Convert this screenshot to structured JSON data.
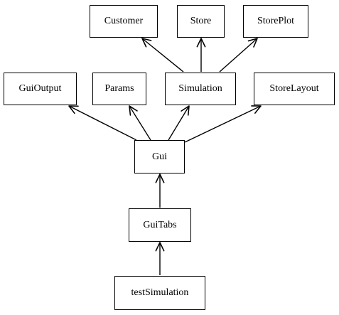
{
  "nodes": {
    "customer": "Customer",
    "store": "Store",
    "storeplot": "StorePlot",
    "guioutput": "GuiOutput",
    "params": "Params",
    "simulation": "Simulation",
    "storelayout": "StoreLayout",
    "gui": "Gui",
    "guitabs": "GuiTabs",
    "testsimulation": "testSimulation"
  },
  "edges": [
    {
      "from": "simulation",
      "to": "customer"
    },
    {
      "from": "simulation",
      "to": "store"
    },
    {
      "from": "simulation",
      "to": "storeplot"
    },
    {
      "from": "gui",
      "to": "guioutput"
    },
    {
      "from": "gui",
      "to": "params"
    },
    {
      "from": "gui",
      "to": "simulation"
    },
    {
      "from": "gui",
      "to": "storelayout"
    },
    {
      "from": "guitabs",
      "to": "gui"
    },
    {
      "from": "testsimulation",
      "to": "guitabs"
    }
  ],
  "colors": {
    "line": "#000000",
    "node_border": "#000000",
    "background": "#ffffff"
  },
  "edge_style": "open-arrowhead"
}
